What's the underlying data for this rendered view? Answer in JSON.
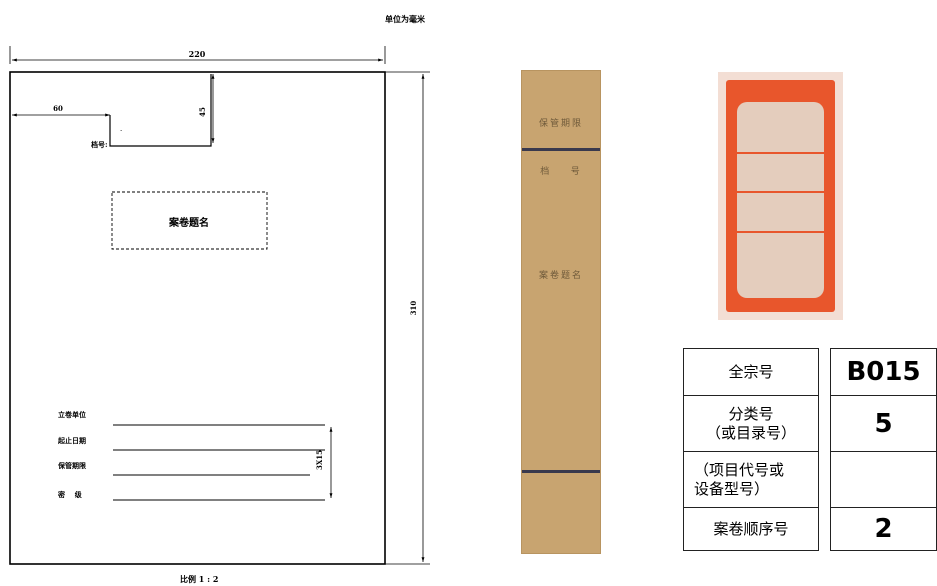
{
  "unit_note": "单位为毫米",
  "drawing": {
    "dim_width": "220",
    "dim_height": "310",
    "dim_left": "60",
    "dim_top": "45",
    "dim_rows": "3X15",
    "field_dang_hao": "档号:",
    "title_box": "案卷题名",
    "fields": [
      "立卷单位",
      "起止日期",
      "保管期限",
      "密    级"
    ],
    "scale": "比例 1 : 2"
  },
  "spine": {
    "labels": [
      "保管期限",
      "档    号",
      "案卷题名"
    ]
  },
  "table": {
    "rows": [
      {
        "label": "全宗号",
        "value": "B015"
      },
      {
        "label": "分类号\n（或目录号）",
        "value": "5"
      },
      {
        "label": "（项目代号或\n设备型号）",
        "value": ""
      },
      {
        "label": "案卷顺序号",
        "value": "2"
      }
    ]
  },
  "colors": {
    "spine_kraft": "#c8a470",
    "label_orange": "#e8562c",
    "label_inner": "#e4cdbd"
  }
}
